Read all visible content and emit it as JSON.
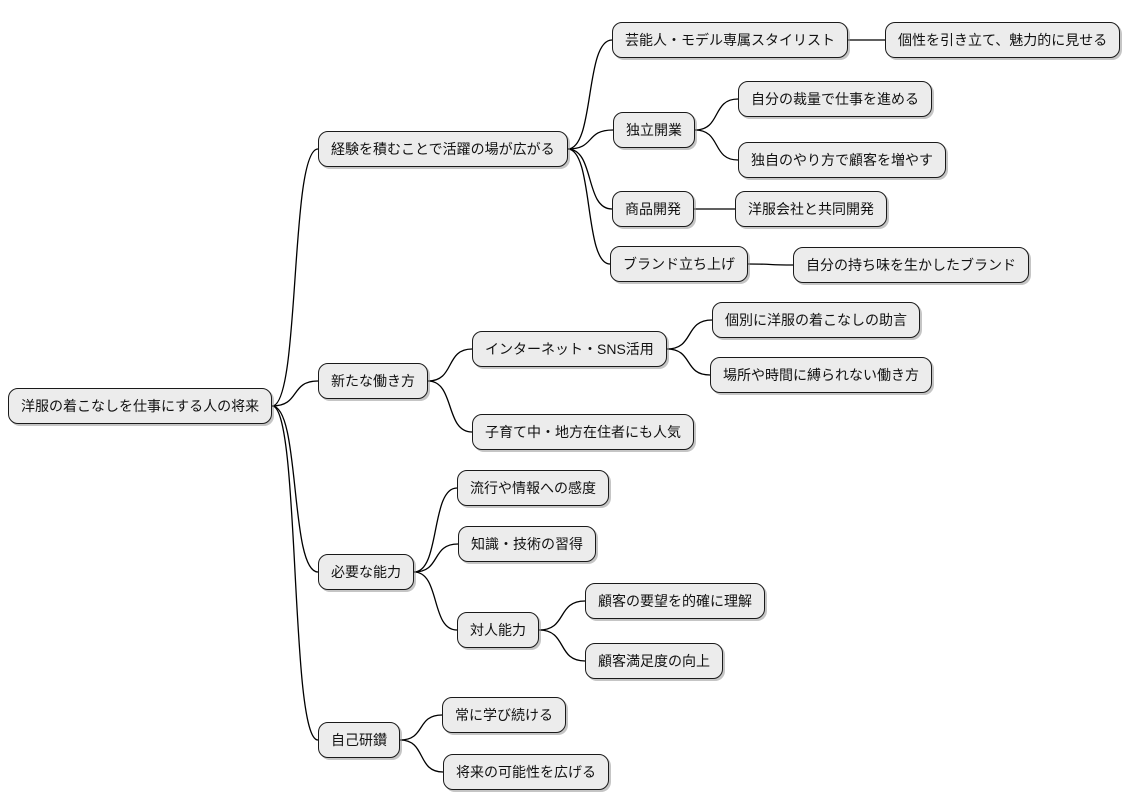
{
  "mindmap": {
    "root": {
      "label": "洋服の着こなしを仕事にする人の将来"
    },
    "branches": [
      {
        "label": "経験を積むことで活躍の場が広がる",
        "children": [
          {
            "label": "芸能人・モデル専属スタイリスト",
            "children": [
              {
                "label": "個性を引き立て、魅力的に見せる"
              }
            ]
          },
          {
            "label": "独立開業",
            "children": [
              {
                "label": "自分の裁量で仕事を進める"
              },
              {
                "label": "独自のやり方で顧客を増やす"
              }
            ]
          },
          {
            "label": "商品開発",
            "children": [
              {
                "label": "洋服会社と共同開発"
              }
            ]
          },
          {
            "label": "ブランド立ち上げ",
            "children": [
              {
                "label": "自分の持ち味を生かしたブランド"
              }
            ]
          }
        ]
      },
      {
        "label": "新たな働き方",
        "children": [
          {
            "label": "インターネット・SNS活用",
            "children": [
              {
                "label": "個別に洋服の着こなしの助言"
              },
              {
                "label": "場所や時間に縛られない働き方"
              }
            ]
          },
          {
            "label": "子育て中・地方在住者にも人気",
            "children": []
          }
        ]
      },
      {
        "label": "必要な能力",
        "children": [
          {
            "label": "流行や情報への感度",
            "children": []
          },
          {
            "label": "知識・技術の習得",
            "children": []
          },
          {
            "label": "対人能力",
            "children": [
              {
                "label": "顧客の要望を的確に理解"
              },
              {
                "label": "顧客満足度の向上"
              }
            ]
          }
        ]
      },
      {
        "label": "自己研鑽",
        "children": [
          {
            "label": "常に学び続ける",
            "children": []
          },
          {
            "label": "将来の可能性を広げる",
            "children": []
          }
        ]
      }
    ]
  },
  "edges": [
    [
      "root",
      "b1"
    ],
    [
      "root",
      "b2"
    ],
    [
      "root",
      "b3"
    ],
    [
      "root",
      "b4"
    ],
    [
      "b1",
      "b1c1"
    ],
    [
      "b1",
      "b1c2"
    ],
    [
      "b1",
      "b1c3"
    ],
    [
      "b1",
      "b1c4"
    ],
    [
      "b1c1",
      "b1c1g1"
    ],
    [
      "b1c2",
      "b1c2g1"
    ],
    [
      "b1c2",
      "b1c2g2"
    ],
    [
      "b1c3",
      "b1c3g1"
    ],
    [
      "b1c4",
      "b1c4g1"
    ],
    [
      "b2",
      "b2c1"
    ],
    [
      "b2",
      "b2c2"
    ],
    [
      "b2c1",
      "b2c1g1"
    ],
    [
      "b2c1",
      "b2c1g2"
    ],
    [
      "b3",
      "b3c1"
    ],
    [
      "b3",
      "b3c2"
    ],
    [
      "b3",
      "b3c3"
    ],
    [
      "b3c3",
      "b3c3g1"
    ],
    [
      "b3c3",
      "b3c3g2"
    ],
    [
      "b4",
      "b4c1"
    ],
    [
      "b4",
      "b4c2"
    ]
  ],
  "style": {
    "node_fill": "#ececec",
    "node_border": "#1a1a1a",
    "edge_color": "#000000",
    "background": "#ffffff"
  }
}
